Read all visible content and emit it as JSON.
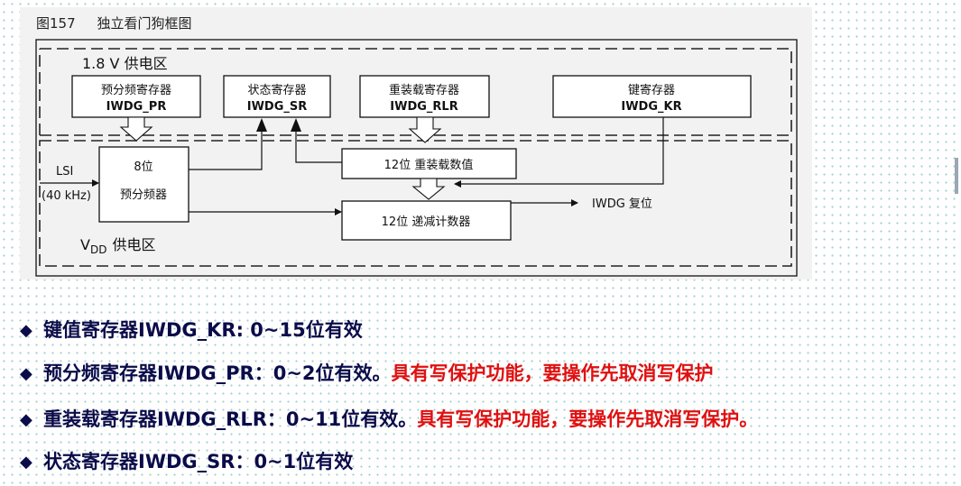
{
  "figure": {
    "title": "图157     独立看门狗框图",
    "domain_1v8": "1.8 V 供电区",
    "domain_vdd_main": "V",
    "domain_vdd_sub": "DD",
    "domain_vdd_suffix": "供电区",
    "registers": {
      "pr": {
        "name": "预分频寄存器",
        "id": "IWDG_PR"
      },
      "sr": {
        "name": "状态寄存器",
        "id": "IWDG_SR"
      },
      "rlr": {
        "name": "重装载寄存器",
        "id": "IWDG_RLR"
      },
      "kr": {
        "name": "键寄存器",
        "id": "IWDG_KR"
      }
    },
    "prescaler": {
      "line1": "8位",
      "line2": "预分频器"
    },
    "reload_value": "12位 重装载数值",
    "counter": "12位 递减计数器",
    "lsi_label": "LSI",
    "lsi_freq": "(40 kHz)",
    "reset_out": "IWDG 复位"
  },
  "bullets": [
    {
      "text": "键值寄存器IWDG_KR: 0~15位有效",
      "red": ""
    },
    {
      "text": "预分频寄存器IWDG_PR：0~2位有效。",
      "red": "具有写保护功能，要操作先取消写保护"
    },
    {
      "text": "重装载寄存器IWDG_RLR：0~11位有效。",
      "red": "具有写保护功能，要操作先取消写保护。"
    },
    {
      "text": "状态寄存器IWDG_SR：0~1位有效",
      "red": ""
    }
  ],
  "colors": {
    "bullet_text": "#0b0b4a",
    "highlight": "#e01010",
    "page_dots": "#9fcfcf"
  },
  "icons": {
    "bullet": "diamond-bullet-icon"
  }
}
